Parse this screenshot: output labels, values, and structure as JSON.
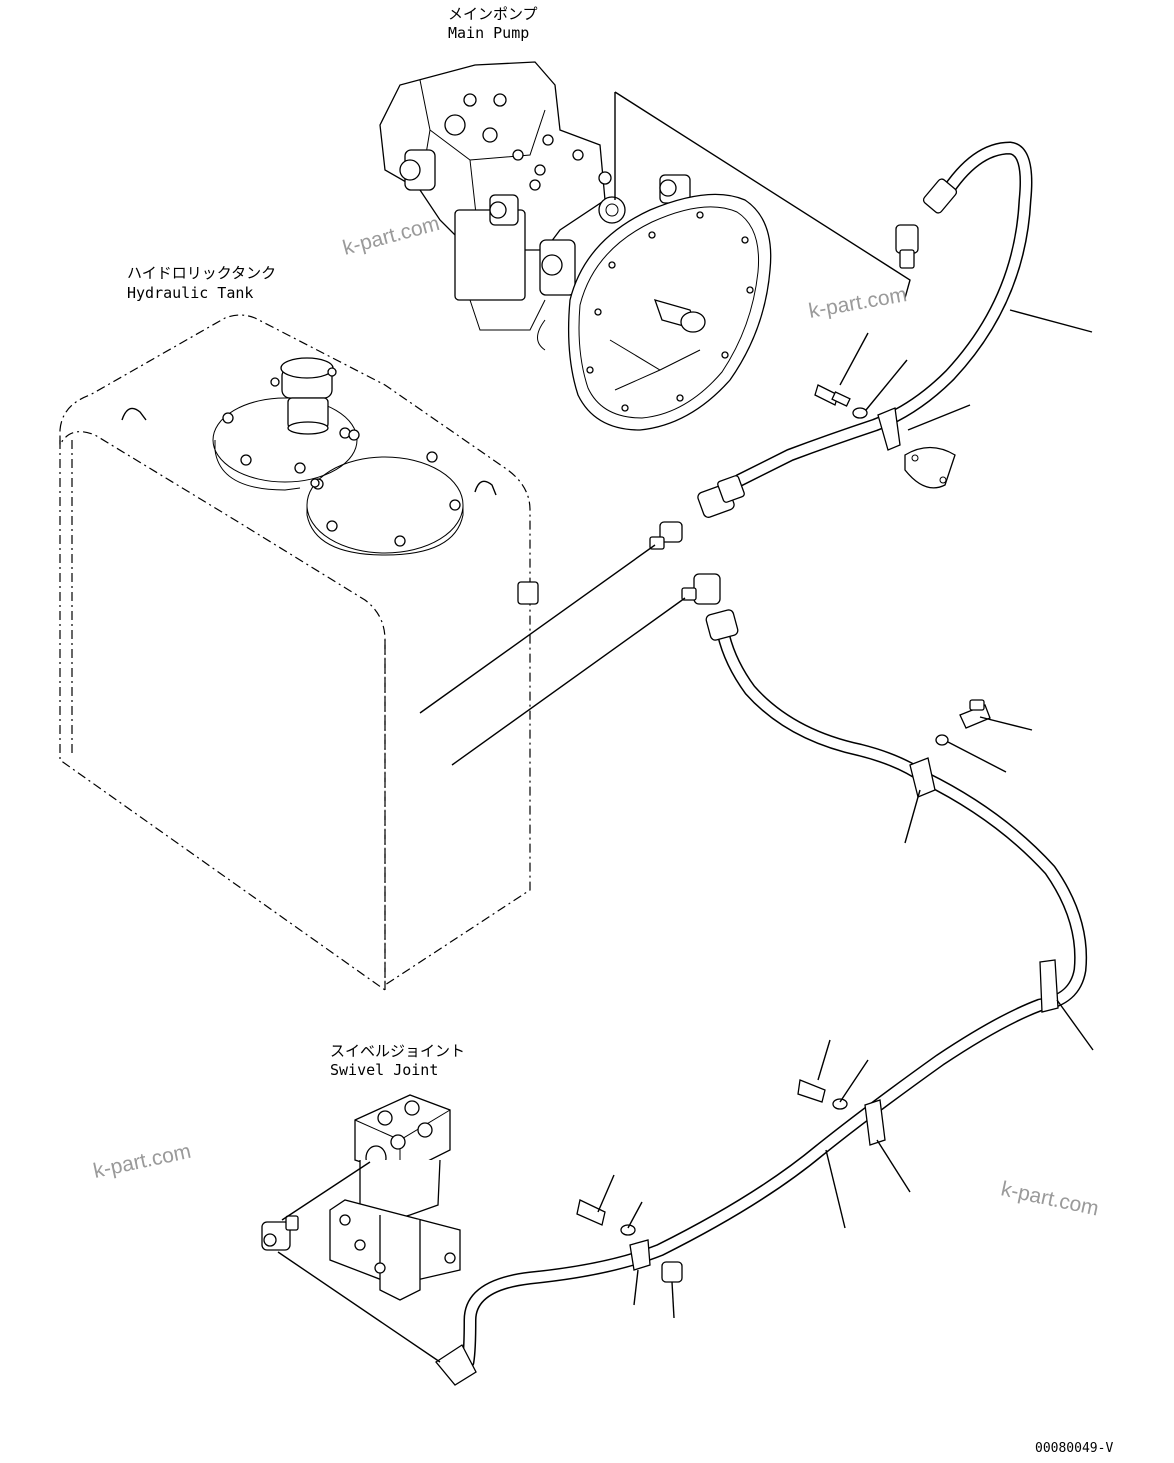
{
  "labels": {
    "main_pump_jp": "メインポンプ",
    "main_pump_en": "Main Pump",
    "hydraulic_tank_jp": "ハイドロリックタンク",
    "hydraulic_tank_en": "Hydraulic Tank",
    "swivel_joint_jp": "スイベルジョイント",
    "swivel_joint_en": "Swivel Joint"
  },
  "watermarks": [
    "k-part.com",
    "k-part.com",
    "k-part.com",
    "k-part.com"
  ],
  "drawing_code": "00080049-V"
}
